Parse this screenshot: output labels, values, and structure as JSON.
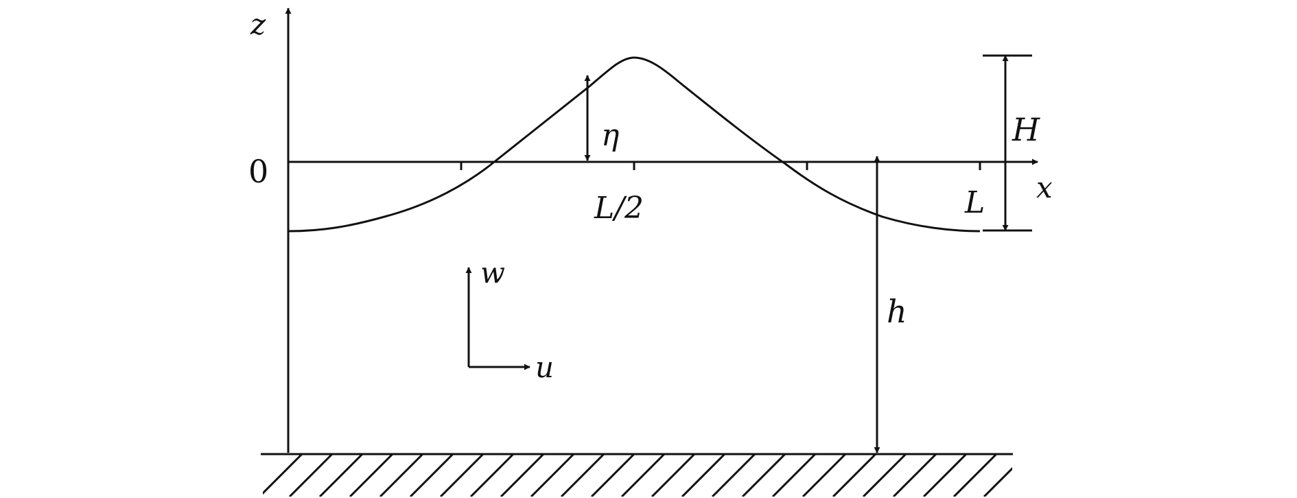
{
  "labels": {
    "z_axis": "z",
    "x_axis": "x",
    "zero": "0",
    "half_wavelength": "L/2",
    "wavelength": "L",
    "elevation": "η",
    "wave_height": "H",
    "depth": "h",
    "vertical_velocity": "w",
    "horizontal_velocity": "u"
  },
  "colors": {
    "ink": "#111111"
  }
}
